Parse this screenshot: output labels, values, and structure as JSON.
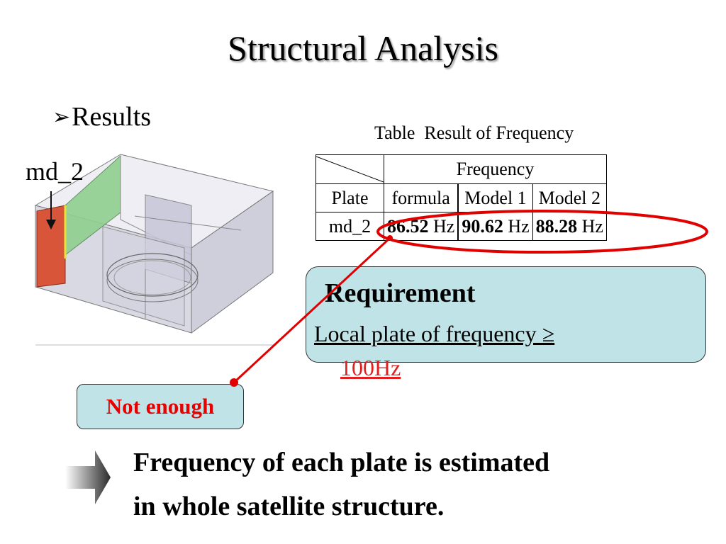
{
  "title": "Structural Analysis",
  "bullet": {
    "arrow": "➢",
    "text": "Results"
  },
  "figure": {
    "label": "md_2"
  },
  "table": {
    "caption": "Table  Result of Frequency",
    "group_header": "Frequency",
    "row_header": "Plate",
    "columns": [
      "formula",
      "Model 1",
      "Model 2"
    ],
    "row": {
      "plate": "md_2",
      "values": [
        {
          "value": "86.52",
          "unit": "Hz"
        },
        {
          "value": "90.62",
          "unit": "Hz"
        },
        {
          "value": "88.28",
          "unit": "Hz"
        }
      ]
    }
  },
  "requirement": {
    "title": "Requirement",
    "line1": "Local plate of frequency ≥",
    "line2": "100Hz"
  },
  "callout": {
    "text": "Not enough"
  },
  "conclusion": {
    "line1": "Frequency of each plate is estimated",
    "line2": "in whole satellite structure."
  },
  "colors": {
    "box_fill": "#bfe3e6",
    "highlight_red": "#e00000",
    "plate_red": "#d9553a",
    "plate_green": "#8fd08f"
  }
}
